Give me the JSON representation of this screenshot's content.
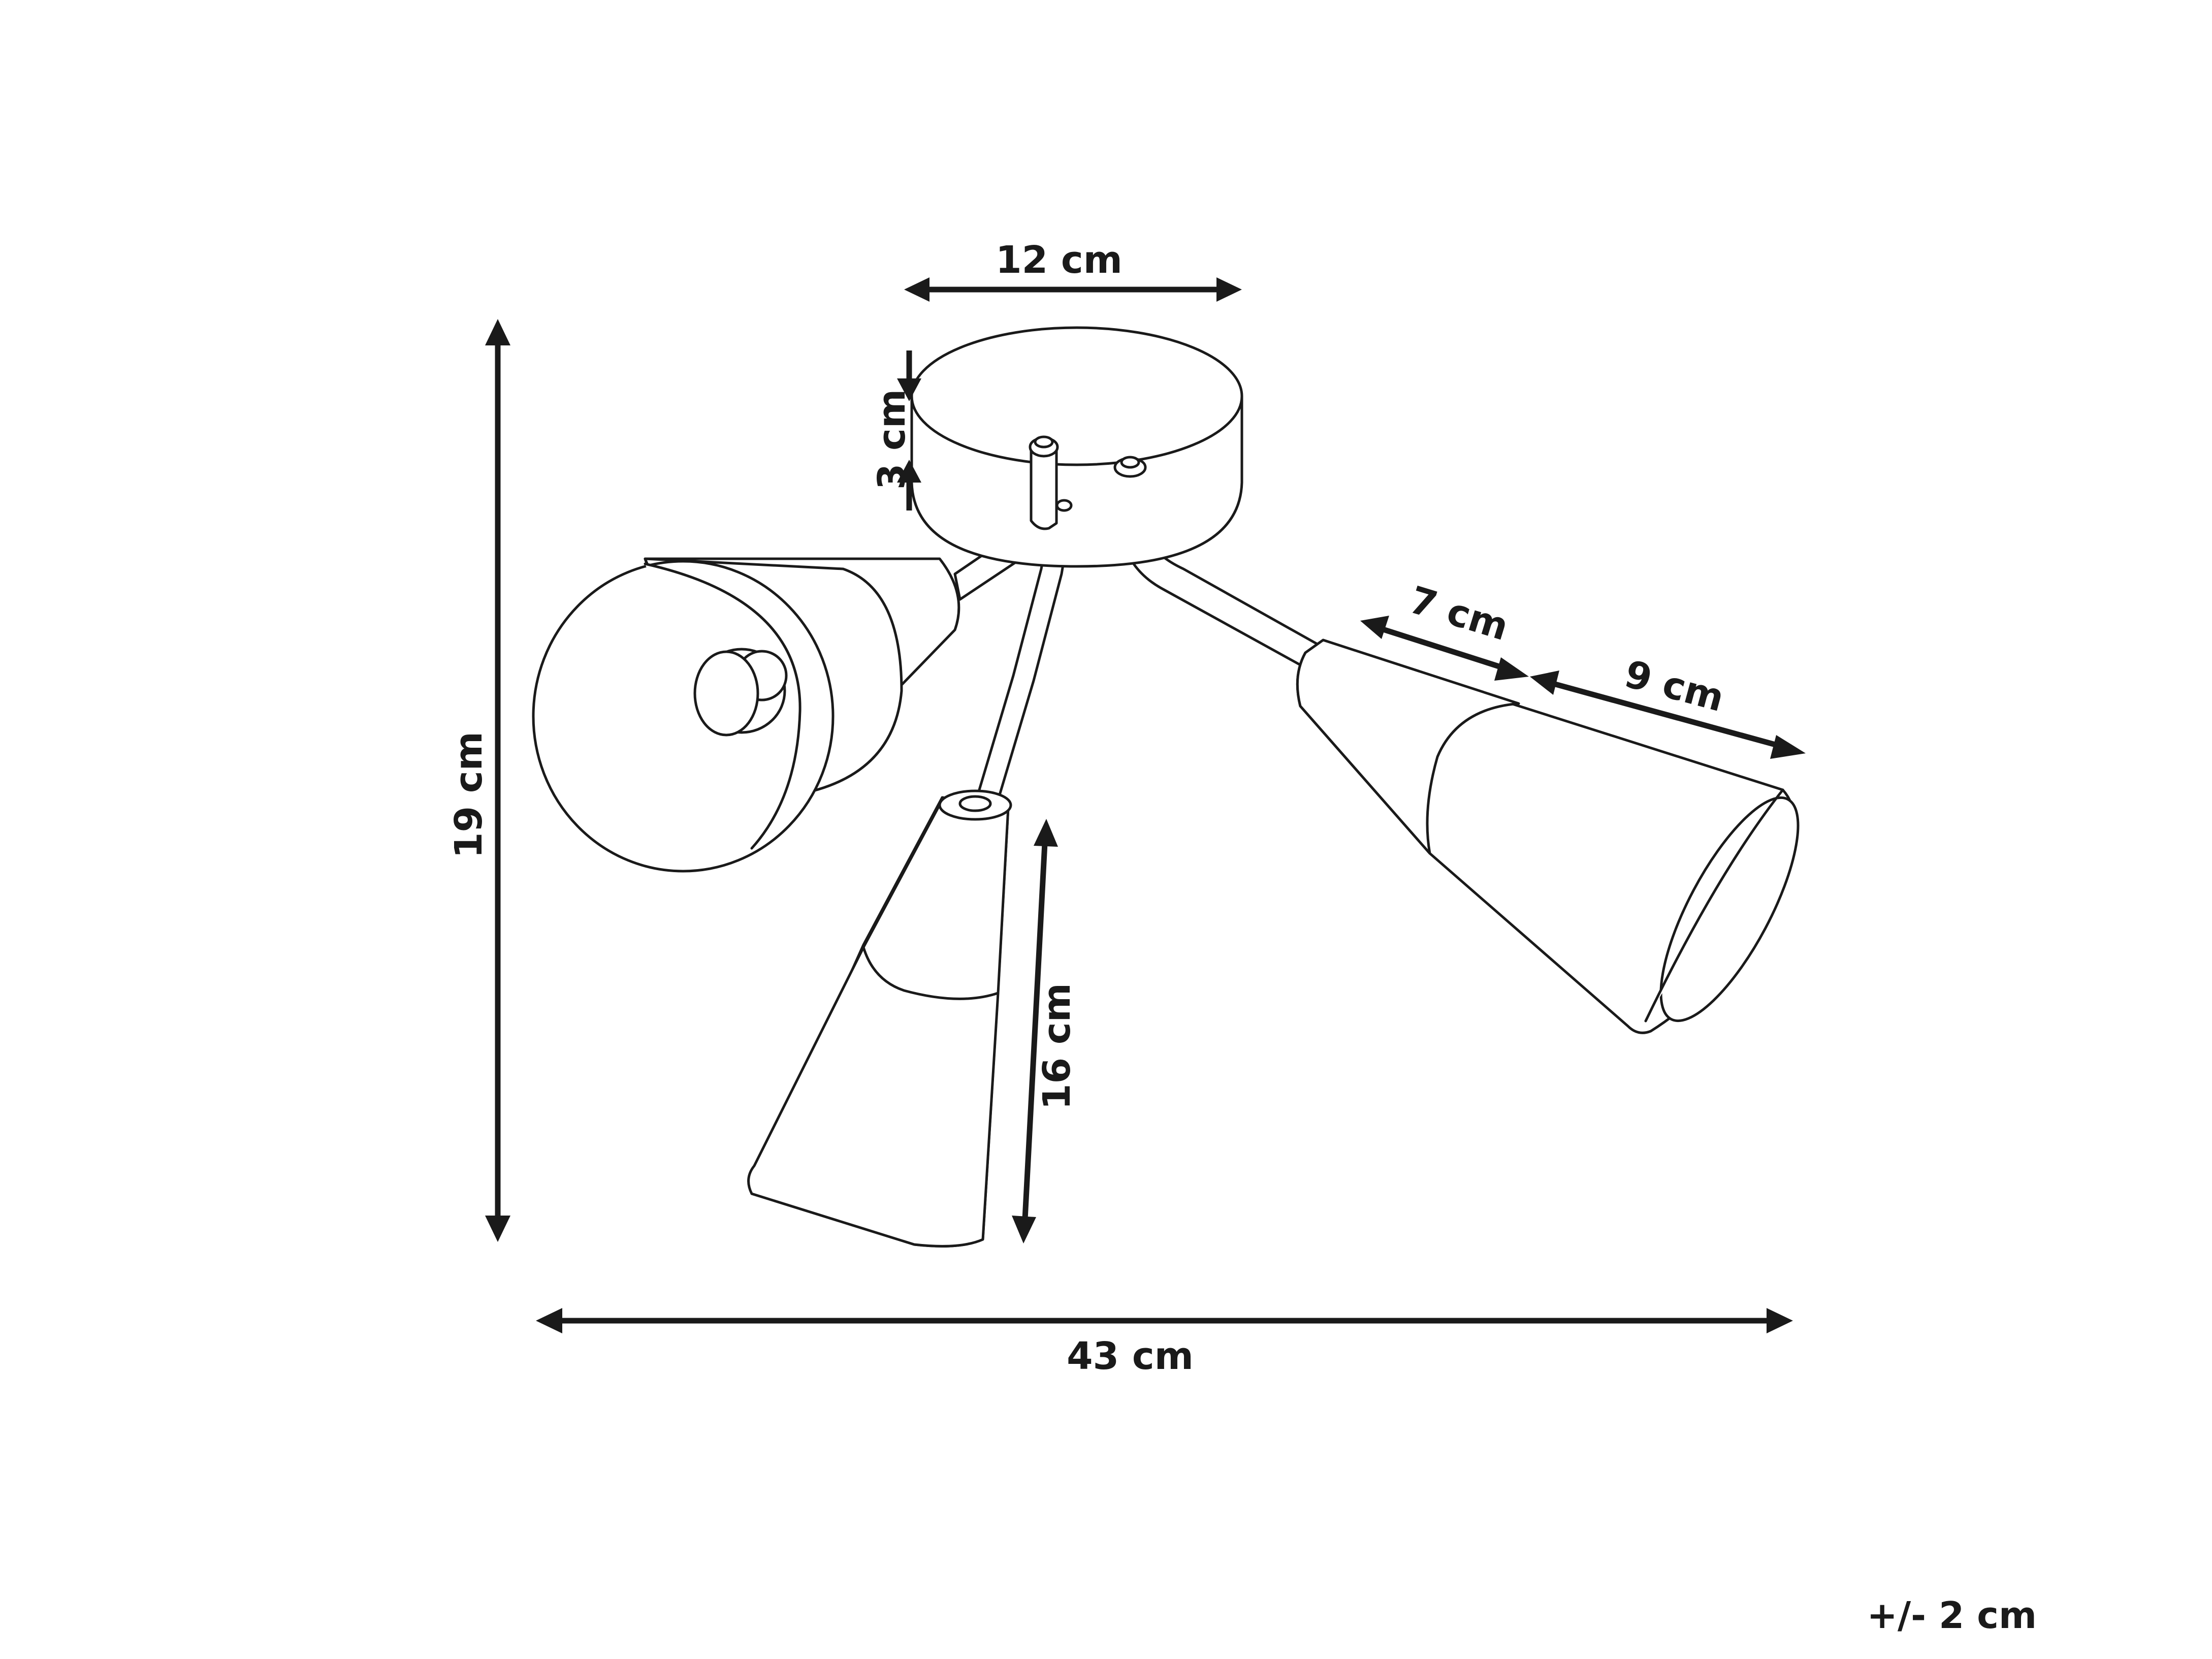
{
  "dimensions": {
    "canopy_width": "12 cm",
    "canopy_height": "3 cm",
    "total_height": "19 cm",
    "total_width": "43 cm",
    "shade_length": "16 cm",
    "upper_shade_length": "7 cm",
    "lower_shade_length": "9 cm"
  },
  "tolerance": "+/- 2 cm",
  "colors": {
    "line": "#1a1a1a",
    "background": "#ffffff"
  }
}
